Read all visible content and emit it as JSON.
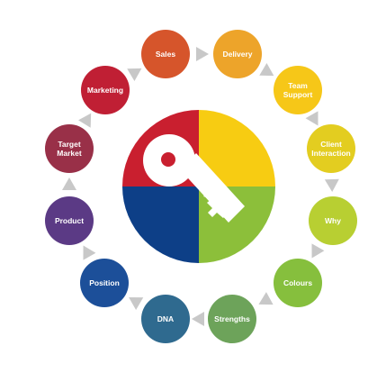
{
  "nodes": [
    {
      "label": [
        "Sales"
      ],
      "color": "#d6552b"
    },
    {
      "label": [
        "Delivery"
      ],
      "color": "#eda42a"
    },
    {
      "label": [
        "Team",
        "Support"
      ],
      "color": "#f6c718"
    },
    {
      "label": [
        "Client",
        "Interaction"
      ],
      "color": "#e3cd20"
    },
    {
      "label": [
        "Why"
      ],
      "color": "#b8cf32"
    },
    {
      "label": [
        "Colours"
      ],
      "color": "#86bf3d"
    },
    {
      "label": [
        "Strengths"
      ],
      "color": "#6da35a"
    },
    {
      "label": [
        "DNA"
      ],
      "color": "#2f6a8f"
    },
    {
      "label": [
        "Position"
      ],
      "color": "#1c4f99"
    },
    {
      "label": [
        "Product"
      ],
      "color": "#5b3a85"
    },
    {
      "label": [
        "Target",
        "Market"
      ],
      "color": "#993048"
    },
    {
      "label": [
        "Marketing"
      ],
      "color": "#c01f34"
    }
  ],
  "connector_color": "#c8c8c8",
  "center": {
    "quadrant_colors": {
      "top_left": "#c91f2f",
      "top_right": "#f7cc12",
      "bottom_right": "#8cbf3a",
      "bottom_left": "#0d3f87"
    },
    "key_color": "#ffffff",
    "key_hole_color": "#c91f2f",
    "icon": "key-icon"
  }
}
